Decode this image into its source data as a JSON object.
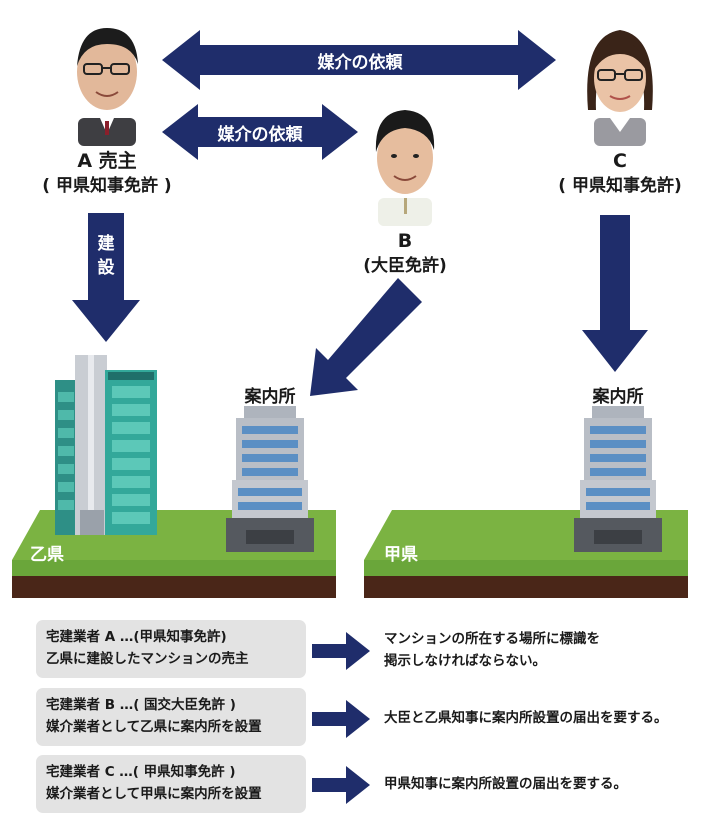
{
  "persons": {
    "a": {
      "name": "A 売主",
      "license": "( 甲県知事免許 )"
    },
    "b": {
      "name": "B",
      "license": "(大臣免許)"
    },
    "c": {
      "name": "C",
      "license": "( 甲県知事免許)"
    }
  },
  "arrows": {
    "top_label": "媒介の依頼",
    "mid_label": "媒介の依頼",
    "build_label": "建設"
  },
  "offices": {
    "otsu_office": "案内所",
    "ko_office": "案内所"
  },
  "prefectures": {
    "otsu": "乙県",
    "ko": "甲県"
  },
  "notes": [
    {
      "line1": "宅建業者 A …(甲県知事免許)",
      "line2": "乙県に建設したマンションの売主",
      "result1": "マンションの所在する場所に標識を",
      "result2": "掲示しなければならない。"
    },
    {
      "line1": "宅建業者 B …( 国交大臣免許 )",
      "line2": "媒介業者として乙県に案内所を設置",
      "result1": "大臣と乙県知事に案内所設置の届出を要する。",
      "result2": ""
    },
    {
      "line1": "宅建業者 C …( 甲県知事免許 )",
      "line2": "媒介業者として甲県に案内所を設置",
      "result1": "甲県知事に案内所設置の届出を要する。",
      "result2": ""
    }
  ],
  "colors": {
    "navy": "#1f2d6b",
    "grass": "#7bb342",
    "soil": "#4a2618",
    "teal": "#2a9d8f",
    "box_gray": "#e3e3e3"
  }
}
